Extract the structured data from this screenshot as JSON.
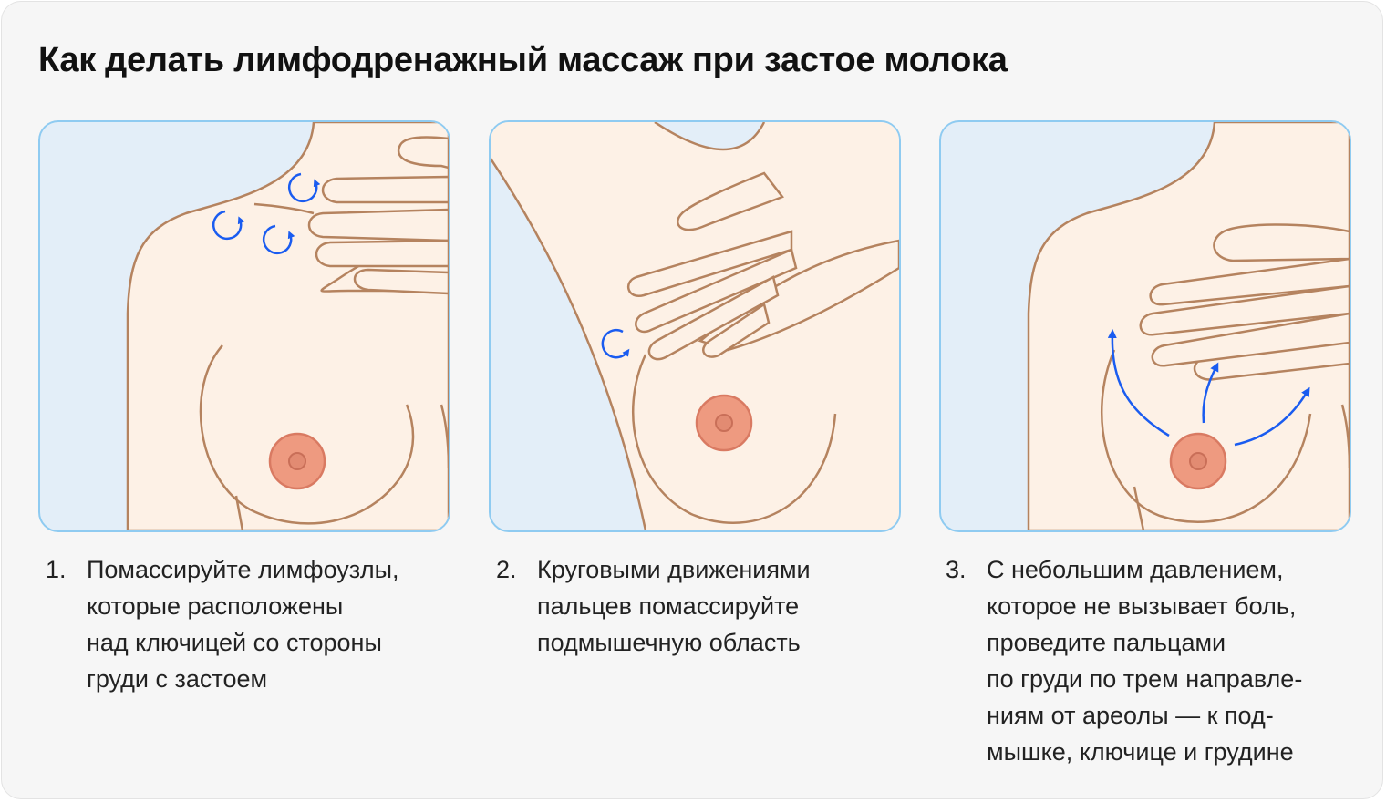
{
  "title": "Как делать лимфодренажный массаж при застое молока",
  "colors": {
    "background": "#f6f6f6",
    "panel_border": "#8fcbf1",
    "panel_bg": "#e3eef8",
    "skin": "#fdf1e6",
    "outline": "#b5835f",
    "areola": "#ee9a80",
    "nipple": "#d97a62",
    "arrow": "#1a5cf0"
  },
  "steps": [
    {
      "number": "1.",
      "text": "Помассируйте лимфоузлы,\nкоторые расположены\nнад ключицей со стороны\nгруди с застоем"
    },
    {
      "number": "2.",
      "text": "Круговыми движениями\nпальцев помассируйте\nподмышечную область"
    },
    {
      "number": "3.",
      "text": "С небольшим давлением,\nкоторое не вызывает боль,\nпроведите пальцами\nпо груди по трем направле-\nниям от ареолы — к под-\nмышке, ключице и грудине"
    }
  ]
}
